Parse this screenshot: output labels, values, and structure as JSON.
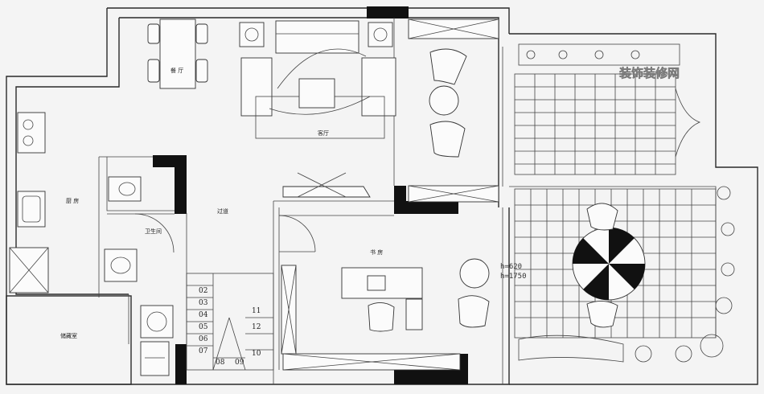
{
  "rooms": {
    "dining": "餐 厅",
    "kitchen": "厨 房",
    "bathroom": "卫生间",
    "corridor": "过道",
    "study": "书 房",
    "storage": "储藏室",
    "living": "客厅"
  },
  "stairs": {
    "steps_left": [
      "02",
      "03",
      "04",
      "05",
      "06",
      "07"
    ],
    "steps_right": [
      "11",
      "12",
      "10"
    ],
    "landing_a": "08",
    "landing_b": "09"
  },
  "dimensions": {
    "width_text": "h=620",
    "height_text": "h=1750"
  },
  "watermark": "装饰装修网"
}
